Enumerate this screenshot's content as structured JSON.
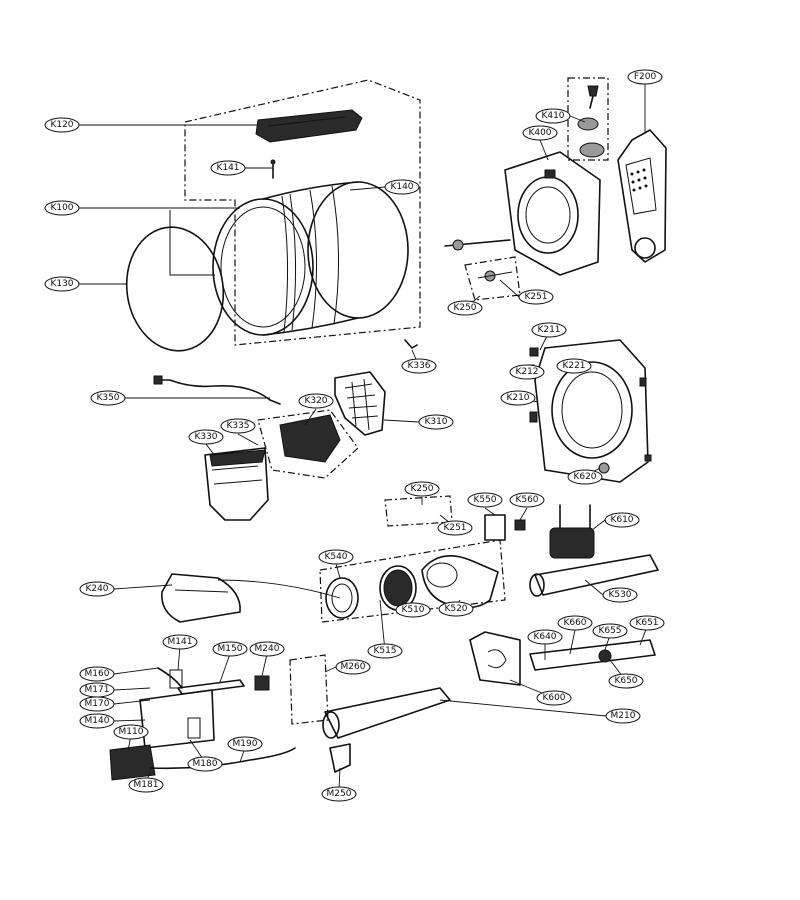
{
  "callouts": [
    {
      "id": "K120",
      "label": "K120"
    },
    {
      "id": "K141",
      "label": "K141"
    },
    {
      "id": "K140",
      "label": "K140"
    },
    {
      "id": "K100",
      "label": "K100"
    },
    {
      "id": "K130",
      "label": "K130"
    },
    {
      "id": "K410",
      "label": "K410"
    },
    {
      "id": "K400",
      "label": "K400"
    },
    {
      "id": "F200",
      "label": "F200"
    },
    {
      "id": "K251a",
      "label": "K251"
    },
    {
      "id": "K250a",
      "label": "K250"
    },
    {
      "id": "K211",
      "label": "K211"
    },
    {
      "id": "K212",
      "label": "K212"
    },
    {
      "id": "K221",
      "label": "K221"
    },
    {
      "id": "K210",
      "label": "K210"
    },
    {
      "id": "K620",
      "label": "K620"
    },
    {
      "id": "K336",
      "label": "K336"
    },
    {
      "id": "K350",
      "label": "K350"
    },
    {
      "id": "K320",
      "label": "K320"
    },
    {
      "id": "K310",
      "label": "K310"
    },
    {
      "id": "K335",
      "label": "K335"
    },
    {
      "id": "K330",
      "label": "K330"
    },
    {
      "id": "K250b",
      "label": "K250"
    },
    {
      "id": "K251b",
      "label": "K251"
    },
    {
      "id": "K550",
      "label": "K550"
    },
    {
      "id": "K560",
      "label": "K560"
    },
    {
      "id": "K610",
      "label": "K610"
    },
    {
      "id": "K540",
      "label": "K540"
    },
    {
      "id": "K240",
      "label": "K240"
    },
    {
      "id": "K510",
      "label": "K510"
    },
    {
      "id": "K520",
      "label": "K520"
    },
    {
      "id": "K515",
      "label": "K515"
    },
    {
      "id": "K530",
      "label": "K530"
    },
    {
      "id": "K660",
      "label": "K660"
    },
    {
      "id": "K651",
      "label": "K651"
    },
    {
      "id": "K640",
      "label": "K640"
    },
    {
      "id": "K655",
      "label": "K655"
    },
    {
      "id": "K650",
      "label": "K650"
    },
    {
      "id": "K600",
      "label": "K600"
    },
    {
      "id": "M141",
      "label": "M141"
    },
    {
      "id": "M150",
      "label": "M150"
    },
    {
      "id": "M240",
      "label": "M240"
    },
    {
      "id": "M160",
      "label": "M160"
    },
    {
      "id": "M171",
      "label": "M171"
    },
    {
      "id": "M260",
      "label": "M260"
    },
    {
      "id": "M170",
      "label": "M170"
    },
    {
      "id": "M140",
      "label": "M140"
    },
    {
      "id": "M110",
      "label": "M110"
    },
    {
      "id": "M190",
      "label": "M190"
    },
    {
      "id": "M210",
      "label": "M210"
    },
    {
      "id": "M180",
      "label": "M180"
    },
    {
      "id": "M181",
      "label": "M181"
    },
    {
      "id": "M250",
      "label": "M250"
    }
  ]
}
